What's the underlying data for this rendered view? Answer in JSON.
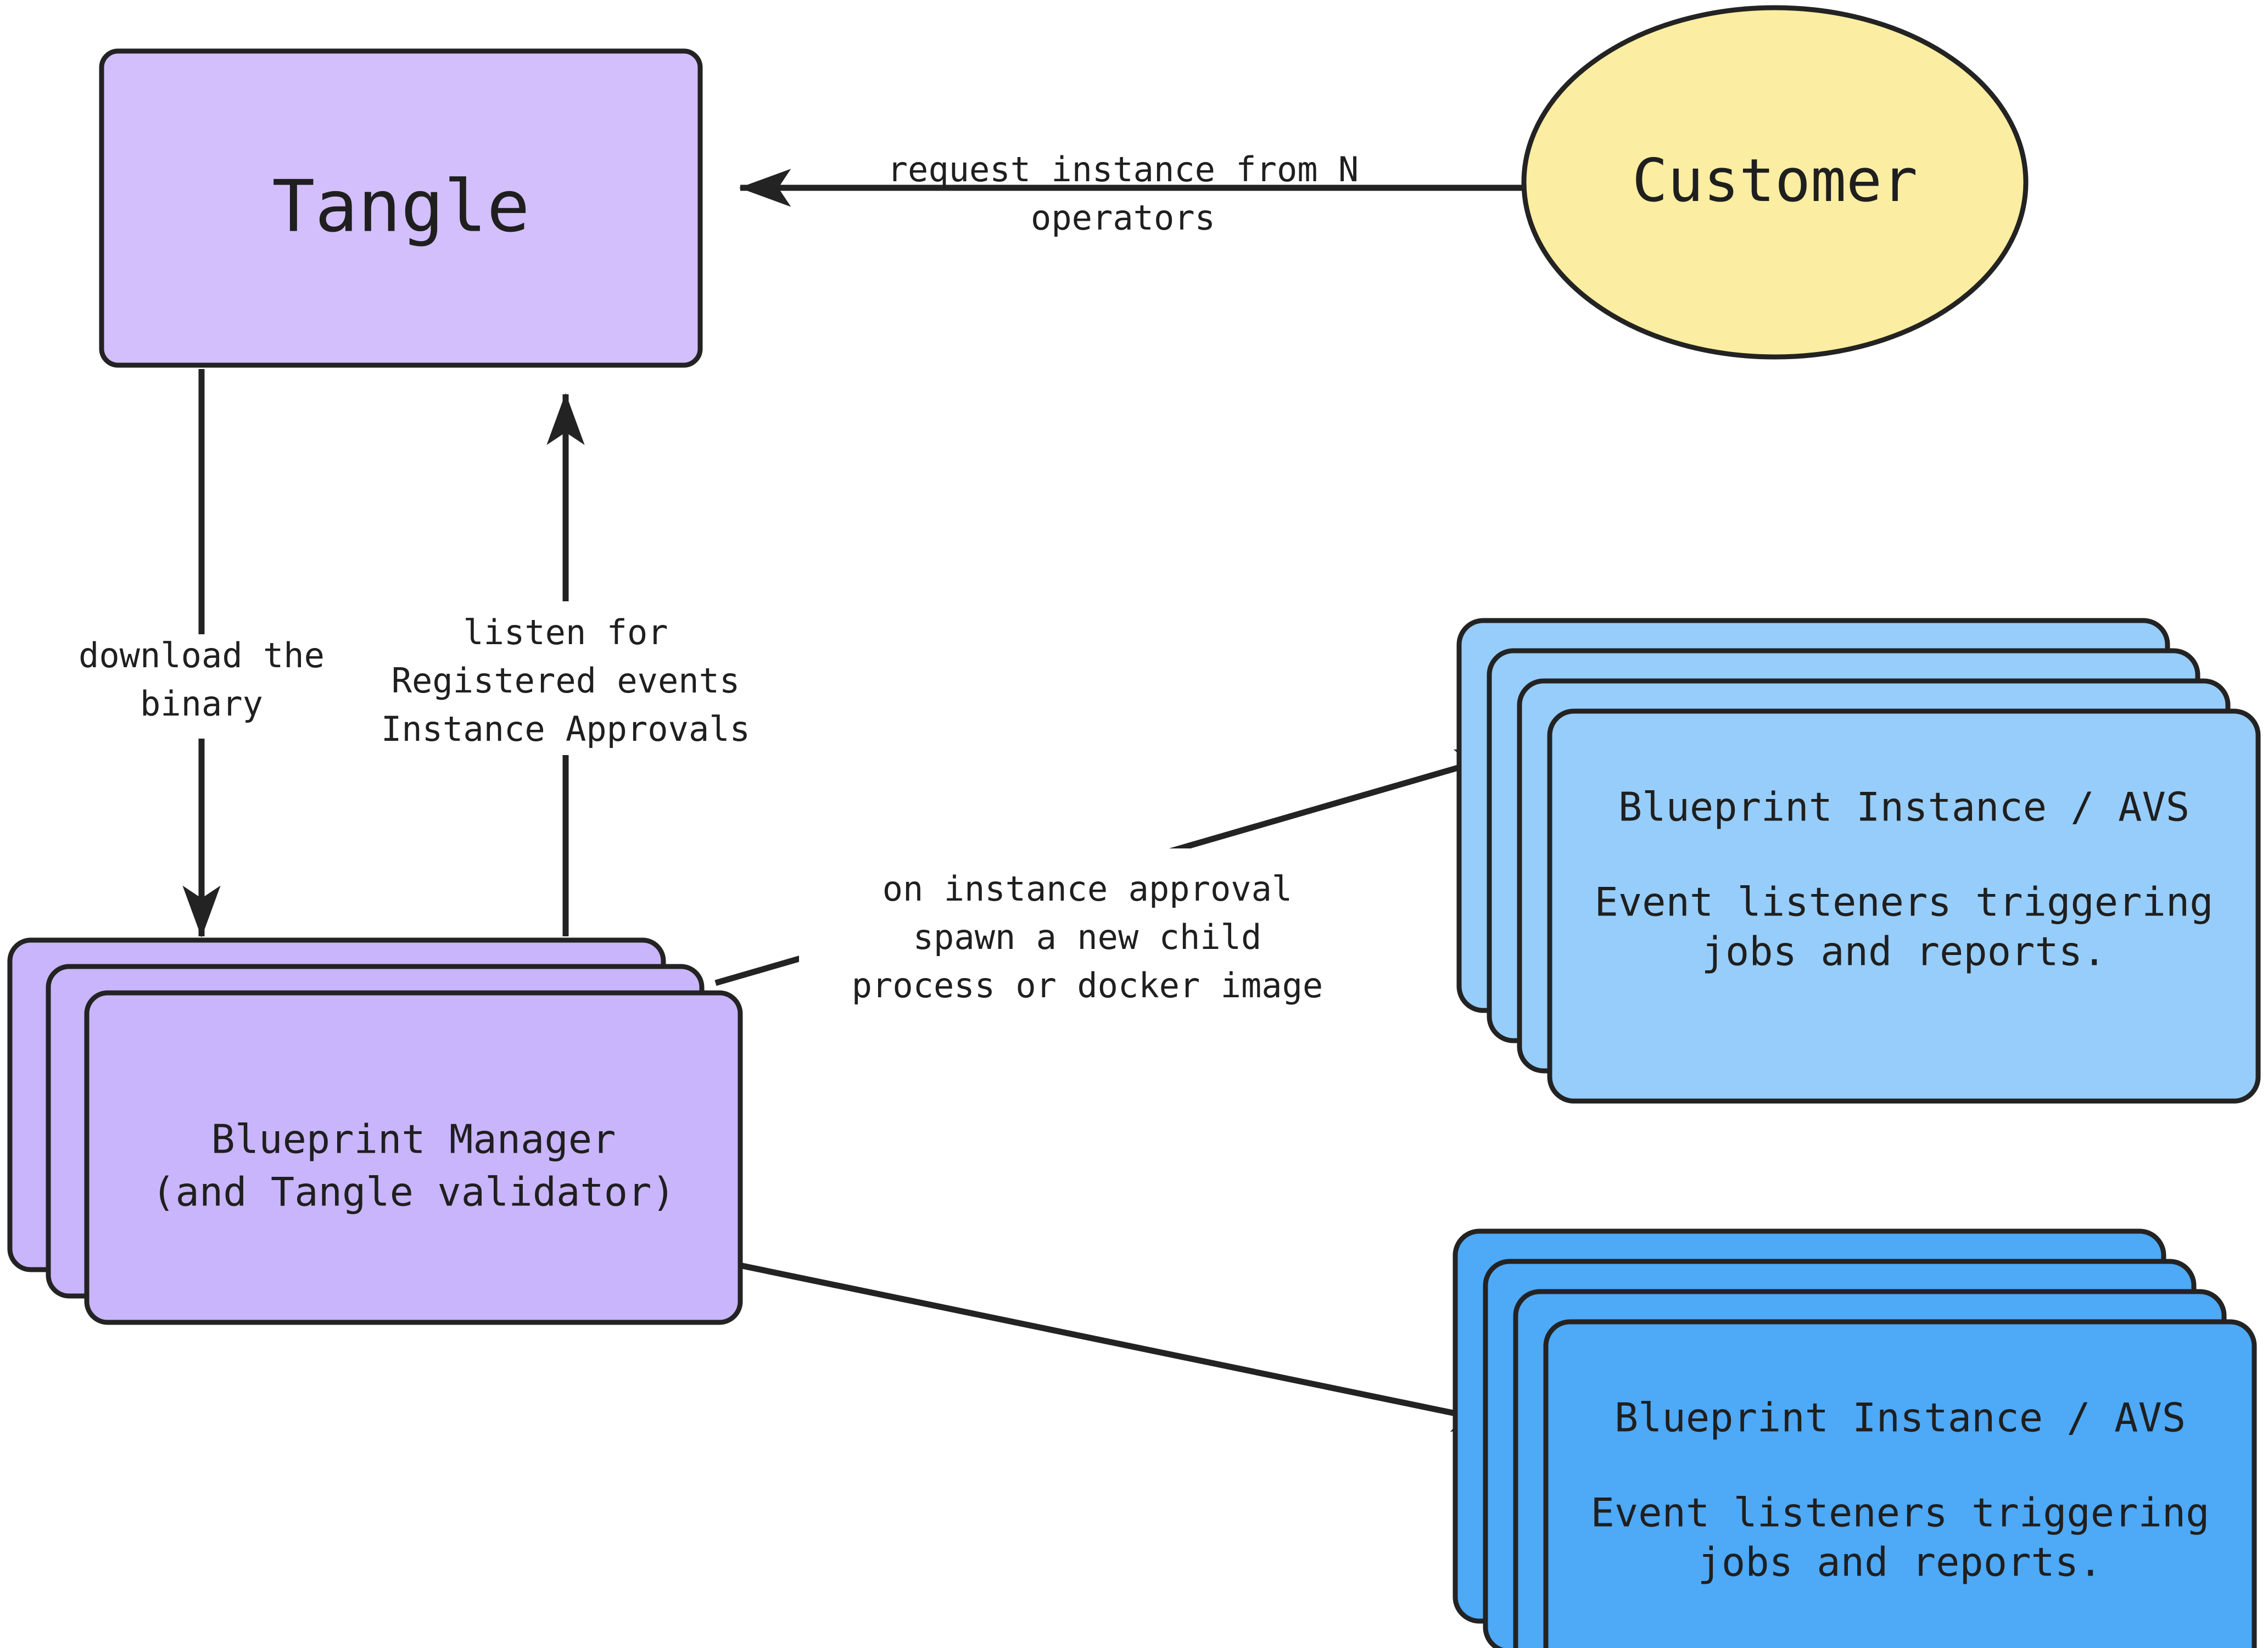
{
  "diagram": {
    "type": "flowchart",
    "background": "#ffffff",
    "stroke_color": "#232323",
    "text_color": "#1f1f1f",
    "colors": {
      "tangle_purple": "#d3bffb",
      "blueprint_manager_purple": "#c9b5fb",
      "customer_yellow": "#fbeda1",
      "instance_light_blue": "#97cdfa",
      "instance_blue": "#4ea9f7"
    },
    "nodes": {
      "tangle": {
        "label": "Tangle",
        "shape": "rounded-rect",
        "fill": "#d3bffb"
      },
      "customer": {
        "label": "Customer",
        "shape": "ellipse",
        "fill": "#fbeda1"
      },
      "blueprint_manager": {
        "shape": "stacked-rounded-rect",
        "stack_count": 3,
        "fill": "#c9b5fb",
        "lines": [
          "Blueprint Manager",
          "(and Tangle validator)"
        ]
      },
      "instance_light": {
        "shape": "stacked-rounded-rect",
        "stack_count": 4,
        "fill": "#97cdfa",
        "lines": [
          "Blueprint Instance / AVS",
          "",
          "Event listeners triggering",
          "jobs and reports."
        ]
      },
      "instance_dark": {
        "shape": "stacked-rounded-rect",
        "stack_count": 4,
        "fill": "#4ea9f7",
        "lines": [
          "Blueprint Instance / AVS",
          "",
          "Event listeners triggering",
          "jobs and reports."
        ]
      }
    },
    "edges": [
      {
        "id": "customer-to-tangle",
        "from": "customer",
        "to": "tangle",
        "arrow": true,
        "lines": [
          "request instance from N",
          "operators"
        ]
      },
      {
        "id": "tangle-to-blueprint-manager",
        "from": "tangle",
        "to": "blueprint_manager",
        "arrow": true,
        "lines": [
          "download the",
          "binary"
        ]
      },
      {
        "id": "blueprint-manager-to-tangle",
        "from": "blueprint_manager",
        "to": "tangle",
        "arrow": true,
        "lines": [
          "listen for",
          "Registered events",
          "Instance Approvals"
        ]
      },
      {
        "id": "manager-to-instance-light",
        "from": "blueprint_manager",
        "to": "instance_light",
        "arrow": true,
        "lines": [
          "on instance approval",
          "spawn a new child",
          "process or docker image"
        ]
      },
      {
        "id": "manager-to-instance-dark",
        "from": "blueprint_manager",
        "to": "instance_dark",
        "arrow": true,
        "lines": []
      }
    ]
  }
}
